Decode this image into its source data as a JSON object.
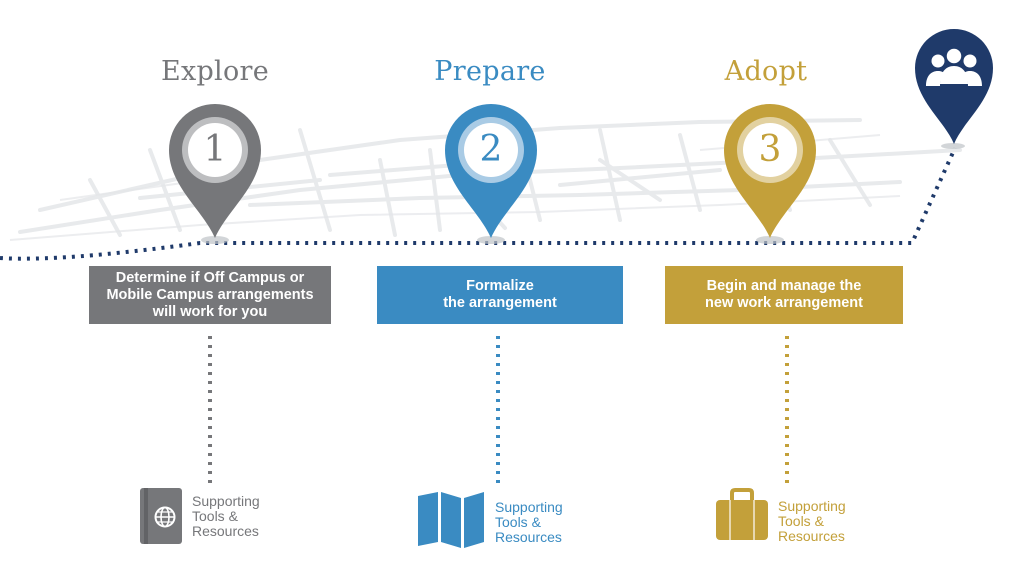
{
  "steps": [
    {
      "title": "Explore",
      "number": "1",
      "description": "Determine if Off Campus or Mobile Campus arrangements will work for you",
      "resources_label": "Supporting\nTools &\nResources",
      "resource_icon": "passport-globe-icon",
      "color": "#76777a"
    },
    {
      "title": "Prepare",
      "number": "2",
      "description": "Formalize\nthe arrangement",
      "resources_label": "Supporting\nTools &\nResources",
      "resource_icon": "folded-map-icon",
      "color": "#3a8bc2"
    },
    {
      "title": "Adopt",
      "number": "3",
      "description": "Begin and manage the\nnew work arrangement",
      "resources_label": "Supporting\nTools &\nResources",
      "resource_icon": "briefcase-icon",
      "color": "#c3a03a"
    }
  ],
  "destination": {
    "icon": "people-group-icon",
    "color": "#1f3a6a"
  },
  "path_color": "#1f3a6a",
  "map_background_icon": "street-map-icon"
}
